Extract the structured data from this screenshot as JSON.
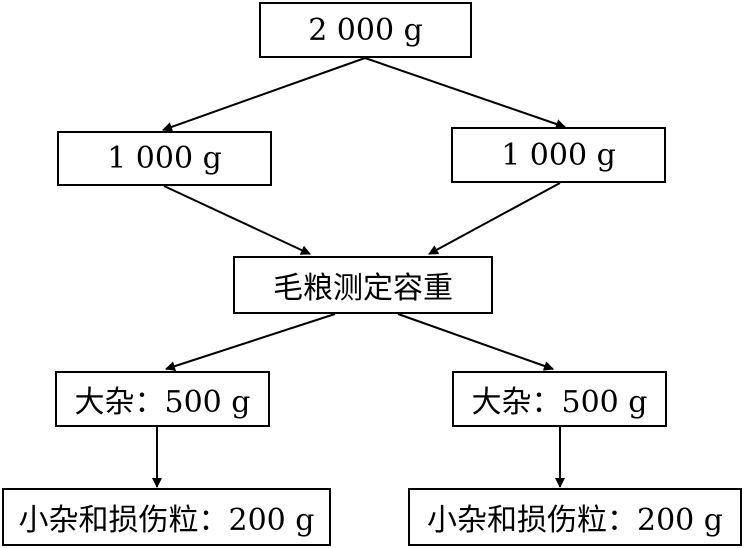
{
  "nodes": {
    "root": "2 000 g",
    "left_split": "1 000 g",
    "right_split": "1 000 g",
    "center": "毛粮测定容重",
    "left_large": "大杂：500 g",
    "right_large": "大杂：500 g",
    "left_small": "小杂和损伤粒：200 g",
    "right_small": "小杂和损伤粒：200 g"
  }
}
